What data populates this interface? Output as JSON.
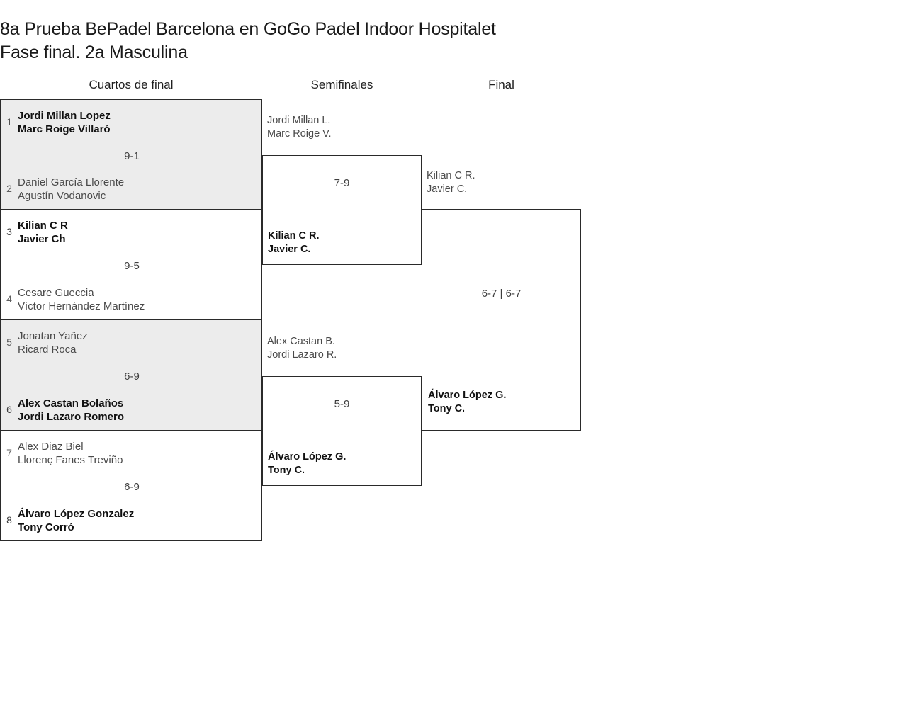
{
  "title": {
    "line1": "8a Prueba BePadel Barcelona en GoGo Padel Indoor Hospitalet",
    "line2": "Fase final. 2a Masculina"
  },
  "rounds": [
    {
      "label": "Cuartos de final"
    },
    {
      "label": "Semifinales"
    },
    {
      "label": "Final"
    }
  ],
  "quarterfinals": [
    {
      "shaded": true,
      "score": "9-1",
      "top": {
        "seed": "1",
        "player1": "Jordi Millan Lopez",
        "player2": "Marc Roige Villaró",
        "winner": true
      },
      "bottom": {
        "seed": "2",
        "player1": "Daniel García Llorente",
        "player2": "Agustín Vodanovic",
        "winner": false
      }
    },
    {
      "shaded": false,
      "score": "9-5",
      "top": {
        "seed": "3",
        "player1": "Kilian C R",
        "player2": "Javier Ch",
        "winner": true
      },
      "bottom": {
        "seed": "4",
        "player1": "Cesare Gueccia",
        "player2": "Víctor Hernández Martínez",
        "winner": false
      }
    },
    {
      "shaded": true,
      "score": "6-9",
      "top": {
        "seed": "5",
        "player1": "Jonatan Yañez",
        "player2": "Ricard Roca",
        "winner": false
      },
      "bottom": {
        "seed": "6",
        "player1": "Alex Castan Bolaños",
        "player2": "Jordi Lazaro Romero",
        "winner": true
      }
    },
    {
      "shaded": false,
      "score": "6-9",
      "top": {
        "seed": "7",
        "player1": "Alex Diaz Biel",
        "player2": "Llorenç Fanes Treviño",
        "winner": false
      },
      "bottom": {
        "seed": "8",
        "player1": "Álvaro López Gonzalez",
        "player2": "Tony Corró",
        "winner": true
      }
    }
  ],
  "semifinals": [
    {
      "score": "7-9",
      "entrant": {
        "player1": "Jordi Millan L.",
        "player2": "Marc Roige V."
      },
      "winner": {
        "player1": "Kilian C R.",
        "player2": "Javier C."
      }
    },
    {
      "score": "5-9",
      "entrant": {
        "player1": "Alex Castan B.",
        "player2": "Jordi Lazaro R."
      },
      "winner": {
        "player1": "Álvaro López G.",
        "player2": "Tony C."
      }
    }
  ],
  "final": {
    "score": "6-7 | 6-7",
    "entrant": {
      "player1": "Kilian C R.",
      "player2": "Javier C."
    },
    "winner": {
      "player1": "Álvaro López G.",
      "player2": "Tony C."
    }
  }
}
